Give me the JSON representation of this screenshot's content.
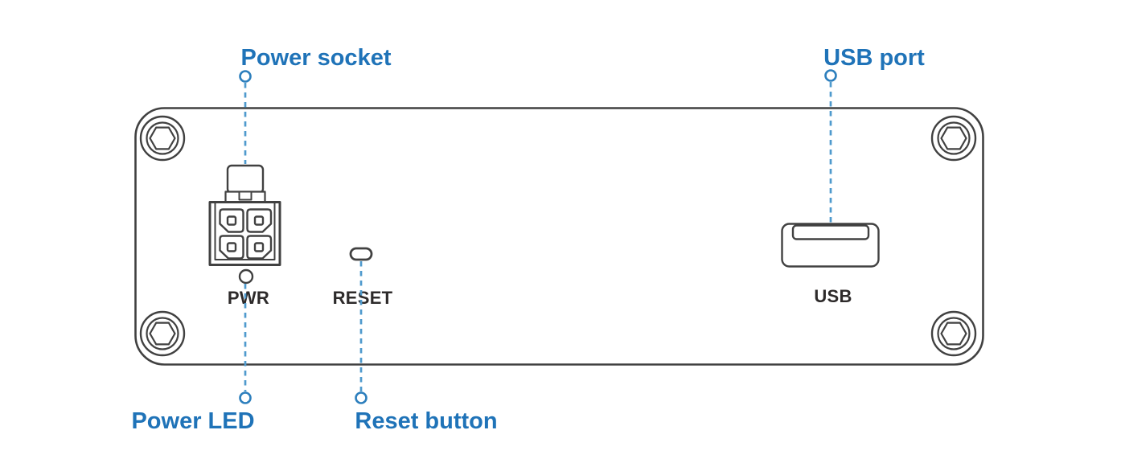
{
  "diagram": {
    "callouts": {
      "power_socket": "Power socket",
      "usb_port": "USB port",
      "power_led": "Power LED",
      "reset_button": "Reset button"
    },
    "panel_labels": {
      "pwr": "PWR",
      "reset": "RESET",
      "usb": "USB"
    },
    "components": {
      "device": "device-rear-panel",
      "screws": "hex-socket-screw-icon",
      "power_socket": "4-pin-power-socket-icon",
      "power_led": "led-indicator-icon",
      "reset_button": "pinhole-reset-icon",
      "usb_port": "usb-a-port-icon"
    },
    "colors": {
      "callout_text": "#1f73b8",
      "leader_line": "#4f9acd",
      "leader_dot": "#2d7fbd",
      "outline": "#414141",
      "panel_text": "#2d2a2a",
      "background": "#ffffff"
    }
  }
}
